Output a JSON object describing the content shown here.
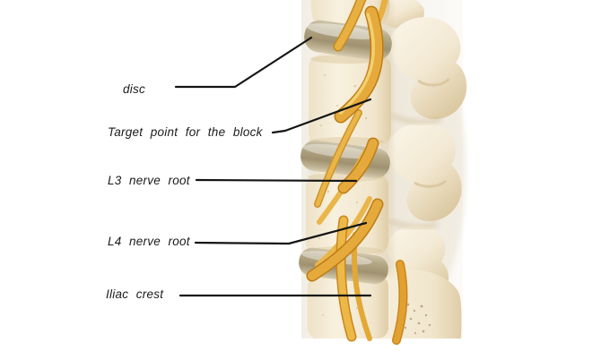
{
  "figure": {
    "type": "anatomical-diagram",
    "subject": "Lateral view photograph of a lumbar spine anatomical model with labeled structures for nerve root block",
    "background_color": "#ffffff",
    "photo_background_color": "#f6f3ed",
    "bone_color": "#f3ebd9",
    "disc_color": "#b1a585",
    "nerve_color": "#e6a93c",
    "label_color": "#1b1b1b",
    "leader_line_color": "#141414",
    "labels": [
      {
        "id": "disc",
        "text": "disc"
      },
      {
        "id": "target-point",
        "text": "Target point for the block"
      },
      {
        "id": "l3-nerve-root",
        "text": "L3 nerve root"
      },
      {
        "id": "l4-nerve-root",
        "text": "L4 nerve root"
      },
      {
        "id": "iliac-crest",
        "text": "Iliac crest"
      }
    ]
  }
}
